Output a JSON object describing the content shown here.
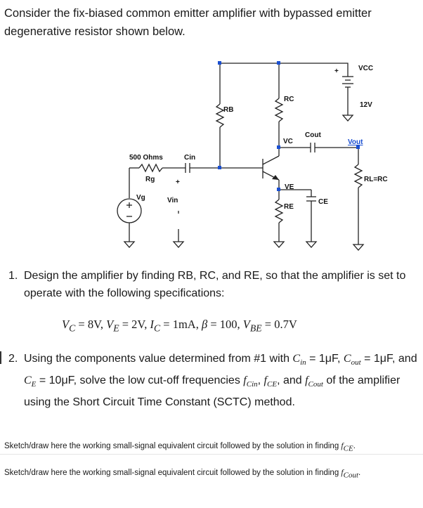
{
  "intro": "Consider the fix-biased common emitter amplifier with bypassed emitter degenerative resistor shown below.",
  "circuit": {
    "vcc": "VCC",
    "vcc_value": "12V",
    "plus": "+",
    "rb": "RB",
    "rc": "RC",
    "vc": "VC",
    "cout": "Cout",
    "vout": "Vout",
    "rl": "RL=RC",
    "rg_value": "500 Ohms",
    "rg": "Rg",
    "cin": "Cin",
    "vg": "Vg",
    "vin": "Vin",
    "ve": "VE",
    "re": "RE",
    "ce": "CE"
  },
  "q1": {
    "number": "1.",
    "text": "Design the amplifier by finding RB, RC, and RE, so that the amplifier is set to operate with the following specifications:",
    "spec": {
      "vc": "V",
      "vc_sub": "C",
      "vc_val": " = 8V, ",
      "ve": "V",
      "ve_sub": "E",
      "ve_val": " = 2V, ",
      "ic": "I",
      "ic_sub": "C",
      "ic_val": " = 1mA, ",
      "beta": "β",
      "beta_val": " = 100, ",
      "vbe": "V",
      "vbe_sub": "BE",
      "vbe_val": " = 0.7V"
    }
  },
  "q2": {
    "number": "2.",
    "p1": "Using the components value determined from #1 with ",
    "cin": "C",
    "cin_sub": "in",
    "cin_val": " = 1μF,",
    "cout": "C",
    "cout_sub": "out",
    "cout_val": " = 1μF",
    "p2": ", and ",
    "ce": "C",
    "ce_sub": "E",
    "ce_val": " = 10μF,",
    "p3": " solve the low cut-off frequencies ",
    "f1": "f",
    "f1_sub": "Cin",
    "p4": ",",
    "f2": "f",
    "f2_sub": "CE",
    "p5": ", and ",
    "f3": "f",
    "f3_sub": "Cout",
    "p6": " of the amplifier using the Short Circuit Time Constant (SCTC) method."
  },
  "sketch1": {
    "text": "Sketch/draw here the working small-signal equivalent circuit followed by the solution in finding ",
    "f": "f",
    "f_sub": "CE",
    "end": "."
  },
  "sketch2": {
    "text": "Sketch/draw here the working small-signal equivalent circuit followed by the solution in finding ",
    "f": "f",
    "f_sub": "Cout",
    "end": "."
  }
}
